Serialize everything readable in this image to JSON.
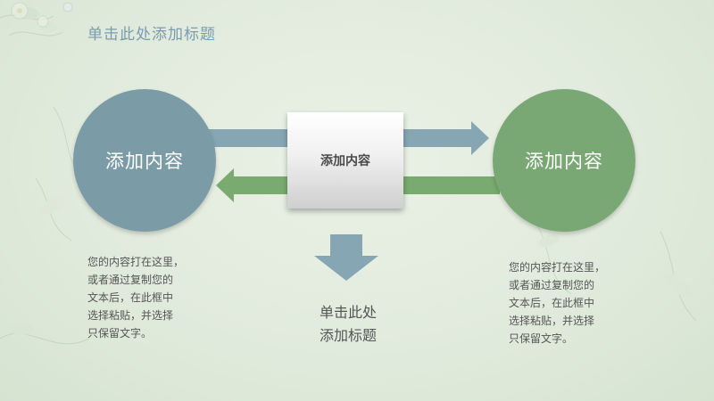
{
  "slide_title": "单击此处添加标题",
  "left_circle": {
    "label": "添加内容",
    "color": "#7b9ca6"
  },
  "right_circle": {
    "label": "添加内容",
    "color": "#7aa874"
  },
  "center_box": {
    "label": "添加内容"
  },
  "left_text": "您的内容打在这里，\n或者通过复制您的\n文本后，在此框中\n选择粘贴，并选择\n只保留文字。",
  "right_text": "您的内容打在这里，\n或者通过复制您的\n文本后，在此框中\n选择粘贴，并选择\n只保留文字。",
  "bottom_title": "单击此处\n添加标题",
  "colors": {
    "blue_arrow": "#86a6b4",
    "green_arrow": "#79aa6f",
    "title_text": "#7a9bb0"
  }
}
